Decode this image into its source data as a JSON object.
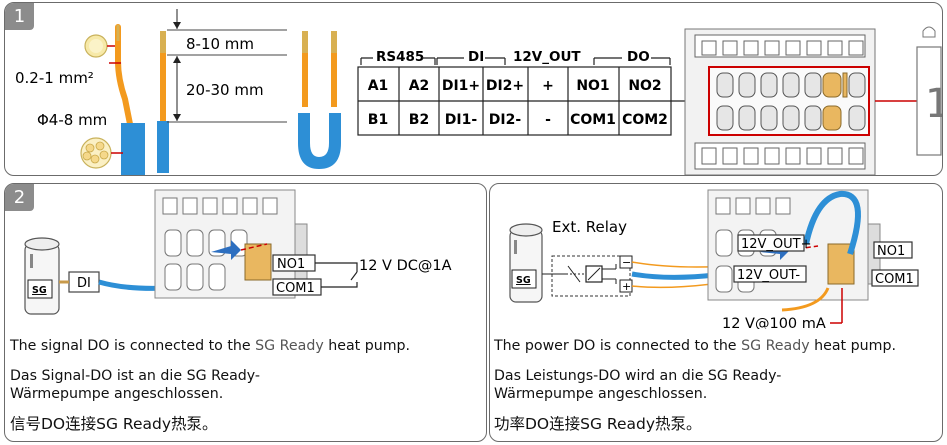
{
  "step1": {
    "number": "1",
    "labels": {
      "cross_section": "0.2-1 mm²",
      "diameter": "Φ4-8 mm",
      "strip_short": "8-10 mm",
      "strip_long": "20-30 mm"
    },
    "terminal_table": {
      "groups": [
        "RS485",
        "DI",
        "12V_OUT",
        "DO"
      ],
      "top_row": [
        "A1",
        "A2",
        "DI1+",
        "DI2+",
        "+",
        "NO1",
        "NO2"
      ],
      "bottom_row": [
        "B1",
        "B2",
        "DI1-",
        "DI2-",
        "-",
        "COM1",
        "COM2"
      ]
    },
    "side_label": "1"
  },
  "step2": {
    "number": "2",
    "labels": {
      "di": "DI",
      "sg": "SG",
      "no1": "NO1",
      "com1": "COM1",
      "rating": "12 V DC@1A"
    },
    "caption_en_prefix": "The signal DO is connected to the ",
    "caption_en_highlight": "SG Ready",
    "caption_en_suffix": " heat pump.",
    "caption_de": "Das Signal-DO ist an die SG Ready-Wärmepumpe angeschlossen.",
    "caption_cn": "信号DO连接SG Ready热泵。"
  },
  "step3": {
    "labels": {
      "relay": "Ext. Relay",
      "sg": "SG",
      "out_plus": "12V_OUT+",
      "out_minus": "12V_OUT-",
      "no1": "NO1",
      "com1": "COM1",
      "minus": "−",
      "plus": "+",
      "rating": "12 V@100 mA"
    },
    "caption_en_prefix": "The power DO is connected to the ",
    "caption_en_highlight": "SG Ready",
    "caption_en_suffix": " heat pump.",
    "caption_de": "Das Leistungs-DO wird an die SG Ready-Wärmepumpe angeschlossen.",
    "caption_cn": "功率DO连接SG Ready热泵。"
  }
}
